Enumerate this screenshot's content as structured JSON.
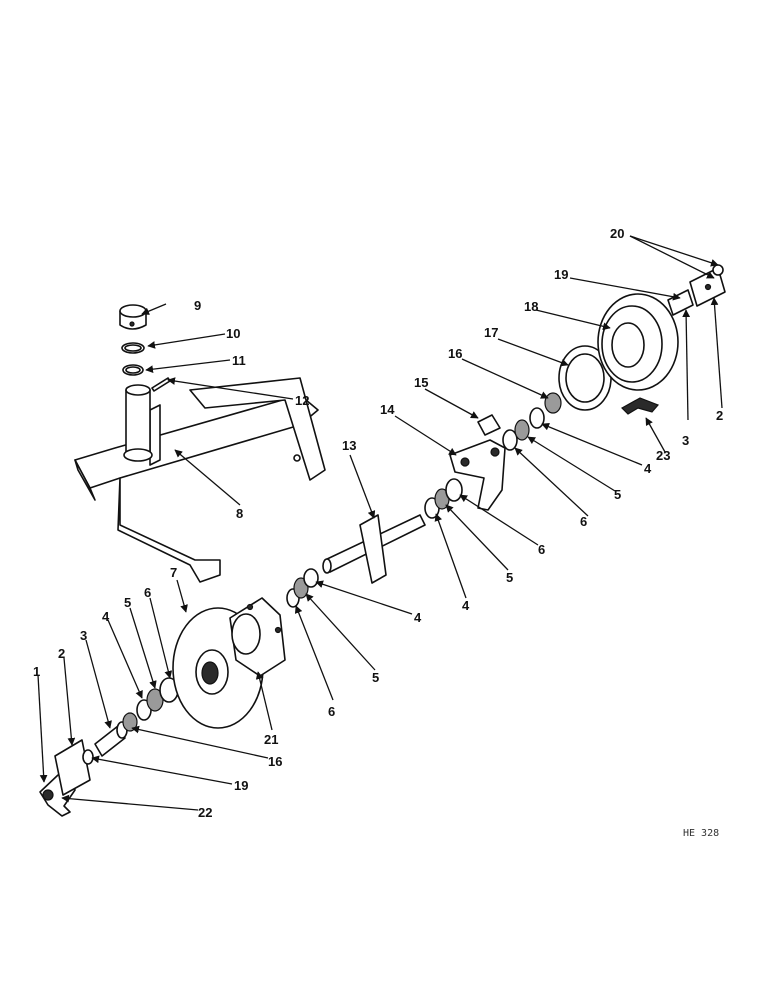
{
  "figure_ref": "HE 328",
  "callouts": [
    "1",
    "2",
    "3",
    "4",
    "5",
    "6",
    "7",
    "8",
    "9",
    "10",
    "11",
    "12",
    "13",
    "14",
    "15",
    "16",
    "17",
    "18",
    "19",
    "20",
    "21",
    "22",
    "23"
  ],
  "colors": {
    "ink": "#111111",
    "paper": "#ffffff",
    "shade": "#9a9a9a"
  }
}
